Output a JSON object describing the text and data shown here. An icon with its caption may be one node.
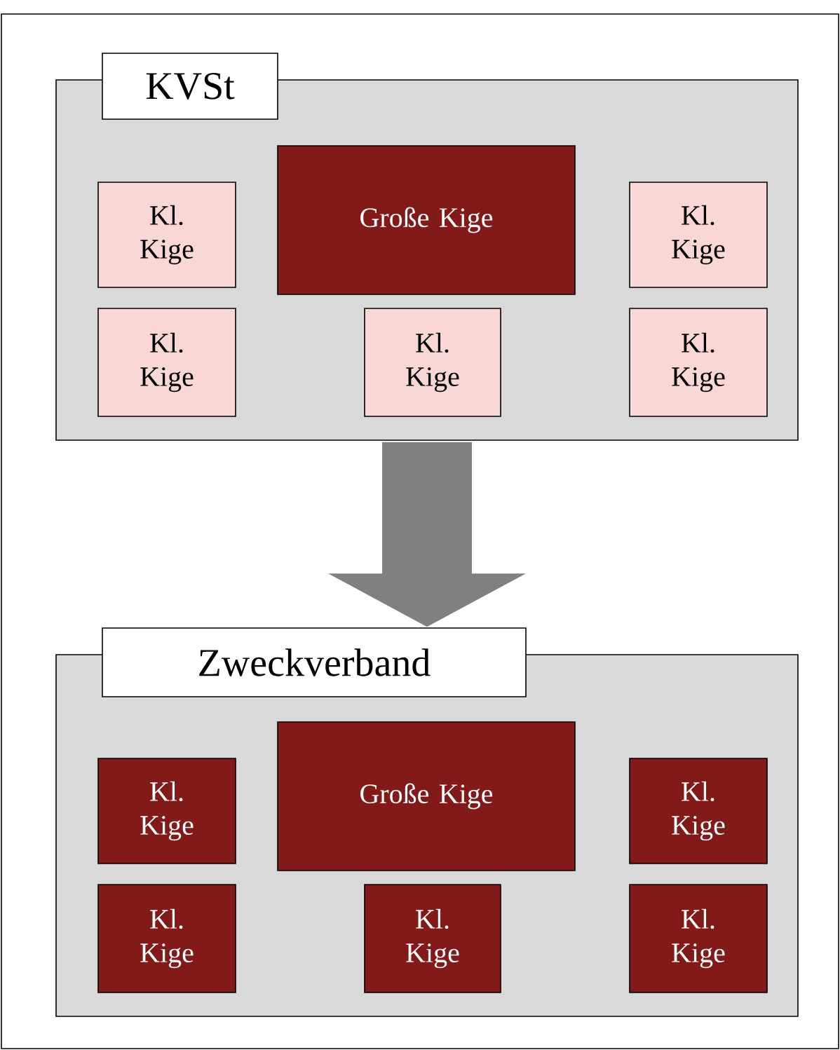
{
  "diagram": {
    "nodes": [
      {
        "text": [
          "KVSt"
        ]
      },
      {
        "text": [
          "Kl. Kige"
        ],
        "in": 0
      },
      {
        "text": [
          "Große Kige"
        ],
        "in": 0
      },
      {
        "text": [
          "Kl. Kige"
        ],
        "in": 0
      },
      {
        "text": [
          "Kl. Kige"
        ],
        "in": 0
      },
      {
        "text": [
          "Kl. Kige"
        ],
        "in": 0
      },
      {
        "text": [
          "Kl. Kige"
        ],
        "in": 0
      },
      {
        "text": [
          "Zweckverband"
        ]
      },
      {
        "text": [
          "Kl. Kige"
        ],
        "in": 7
      },
      {
        "text": [
          "Große Kige"
        ],
        "in": 7
      },
      {
        "text": [
          "Kl. Kige"
        ],
        "in": 7
      },
      {
        "text": [
          "Kl. Kige"
        ],
        "in": 7
      },
      {
        "text": [
          "Kl. Kige"
        ],
        "in": 7
      },
      {
        "text": [
          "Kl. Kige"
        ],
        "in": 7
      }
    ],
    "edges": [
      {
        "from": 0,
        "to": 7,
        "arrow": "to"
      }
    ]
  }
}
